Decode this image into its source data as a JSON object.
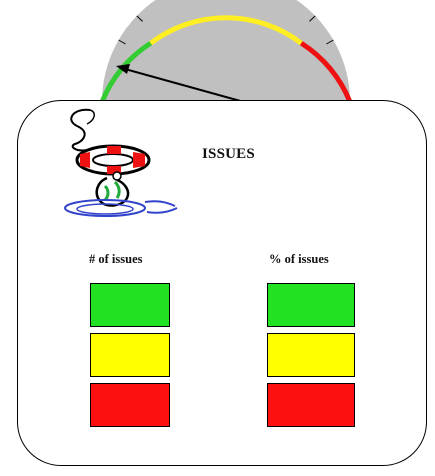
{
  "title": "ISSUES",
  "columns": [
    {
      "label": "# of issues",
      "statuses": [
        "green",
        "yellow",
        "red"
      ]
    },
    {
      "label": "% of issues",
      "statuses": [
        "green",
        "yellow",
        "red"
      ]
    }
  ],
  "colors": {
    "green": "#22e022",
    "yellow": "#ffff00",
    "red": "#ff1010",
    "gauge_face": "#c0c0c0",
    "gauge_green": "#33cc33",
    "gauge_yellow": "#ffee22",
    "gauge_red": "#ee1111"
  },
  "icons": {
    "logo": "lifebuoy-rescue-icon",
    "gauge_needle": "needle-icon"
  }
}
